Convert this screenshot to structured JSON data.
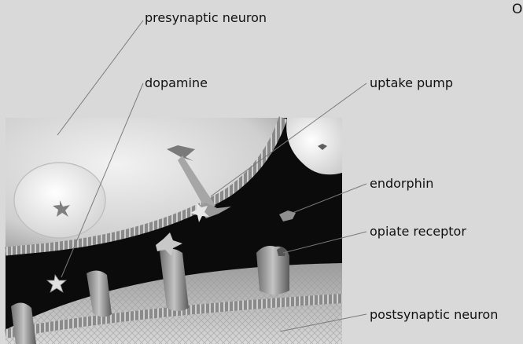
{
  "labels": {
    "presynaptic": "presynaptic neuron",
    "dopamine": "dopamine",
    "uptake_pump": "uptake pump",
    "endorphin": "endorphin",
    "opiate_receptor": "opiate receptor",
    "postsynaptic": "postsynaptic neuron"
  },
  "corner_mark": "O",
  "colors": {
    "background": "#d9d9d9",
    "synaptic_cleft": "#0b0b0b",
    "leader_lines": "#7a7a7a"
  }
}
